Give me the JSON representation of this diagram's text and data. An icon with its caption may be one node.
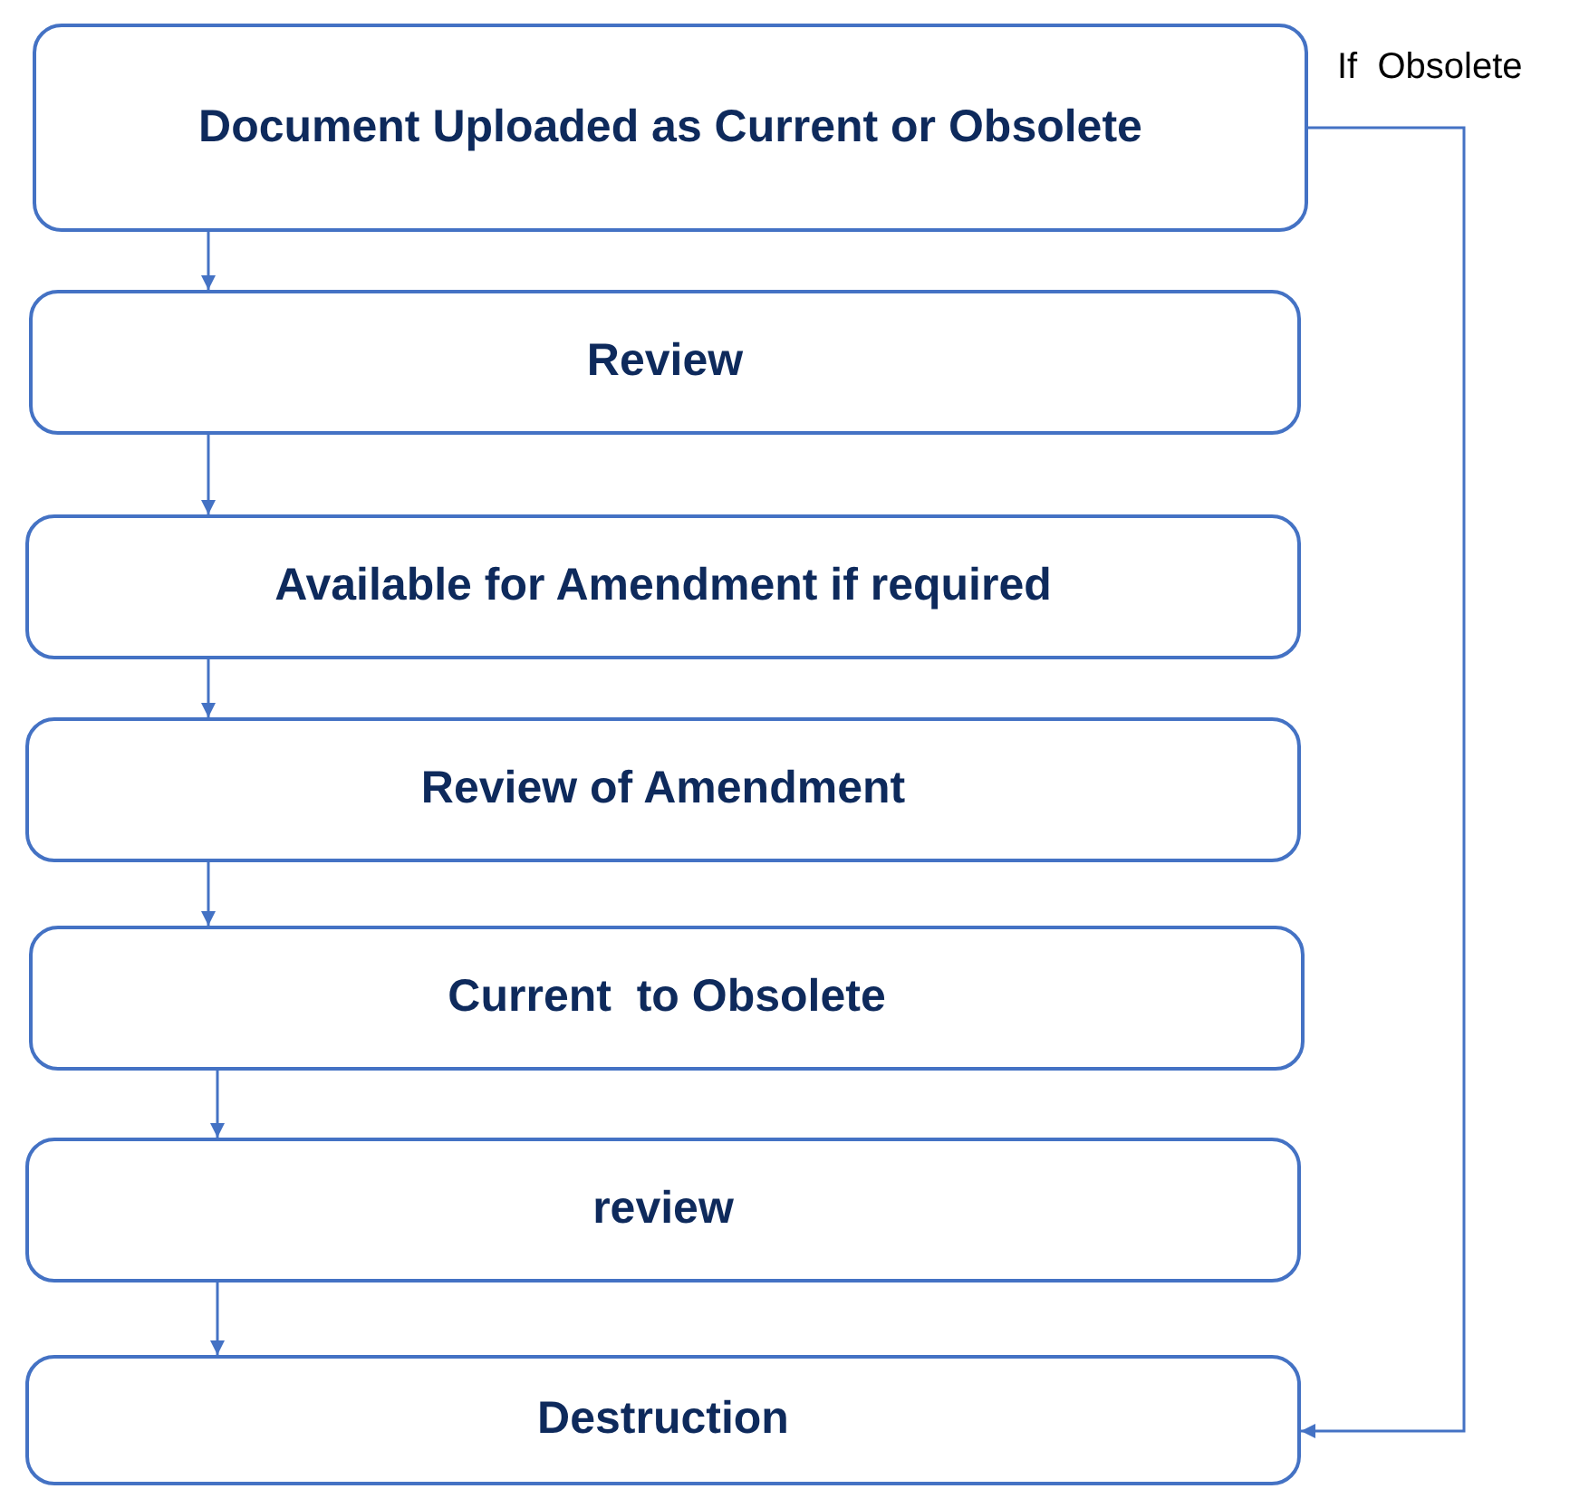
{
  "diagram": {
    "nodes": [
      {
        "text": [
          "Document Uploaded as Current or Obsolete"
        ]
      },
      {
        "text": [
          "Review"
        ]
      },
      {
        "text": [
          "Available for Amendment if required"
        ]
      },
      {
        "text": [
          "Review of Amendment"
        ]
      },
      {
        "text": [
          "Current  to Obsolete"
        ]
      },
      {
        "text": [
          "review"
        ]
      },
      {
        "text": [
          "Destruction"
        ]
      }
    ],
    "edges": [
      {
        "from": 0,
        "to": 1,
        "arrow": "to"
      },
      {
        "from": 1,
        "to": 2,
        "arrow": "to"
      },
      {
        "from": 2,
        "to": 3,
        "arrow": "to"
      },
      {
        "from": 3,
        "to": 4,
        "arrow": "to"
      },
      {
        "from": 4,
        "to": 5,
        "arrow": "to"
      },
      {
        "from": 5,
        "to": 6,
        "arrow": "to"
      },
      {
        "from": 0,
        "to": 6,
        "arrow": "to",
        "label": "If  Obsolete"
      }
    ]
  }
}
